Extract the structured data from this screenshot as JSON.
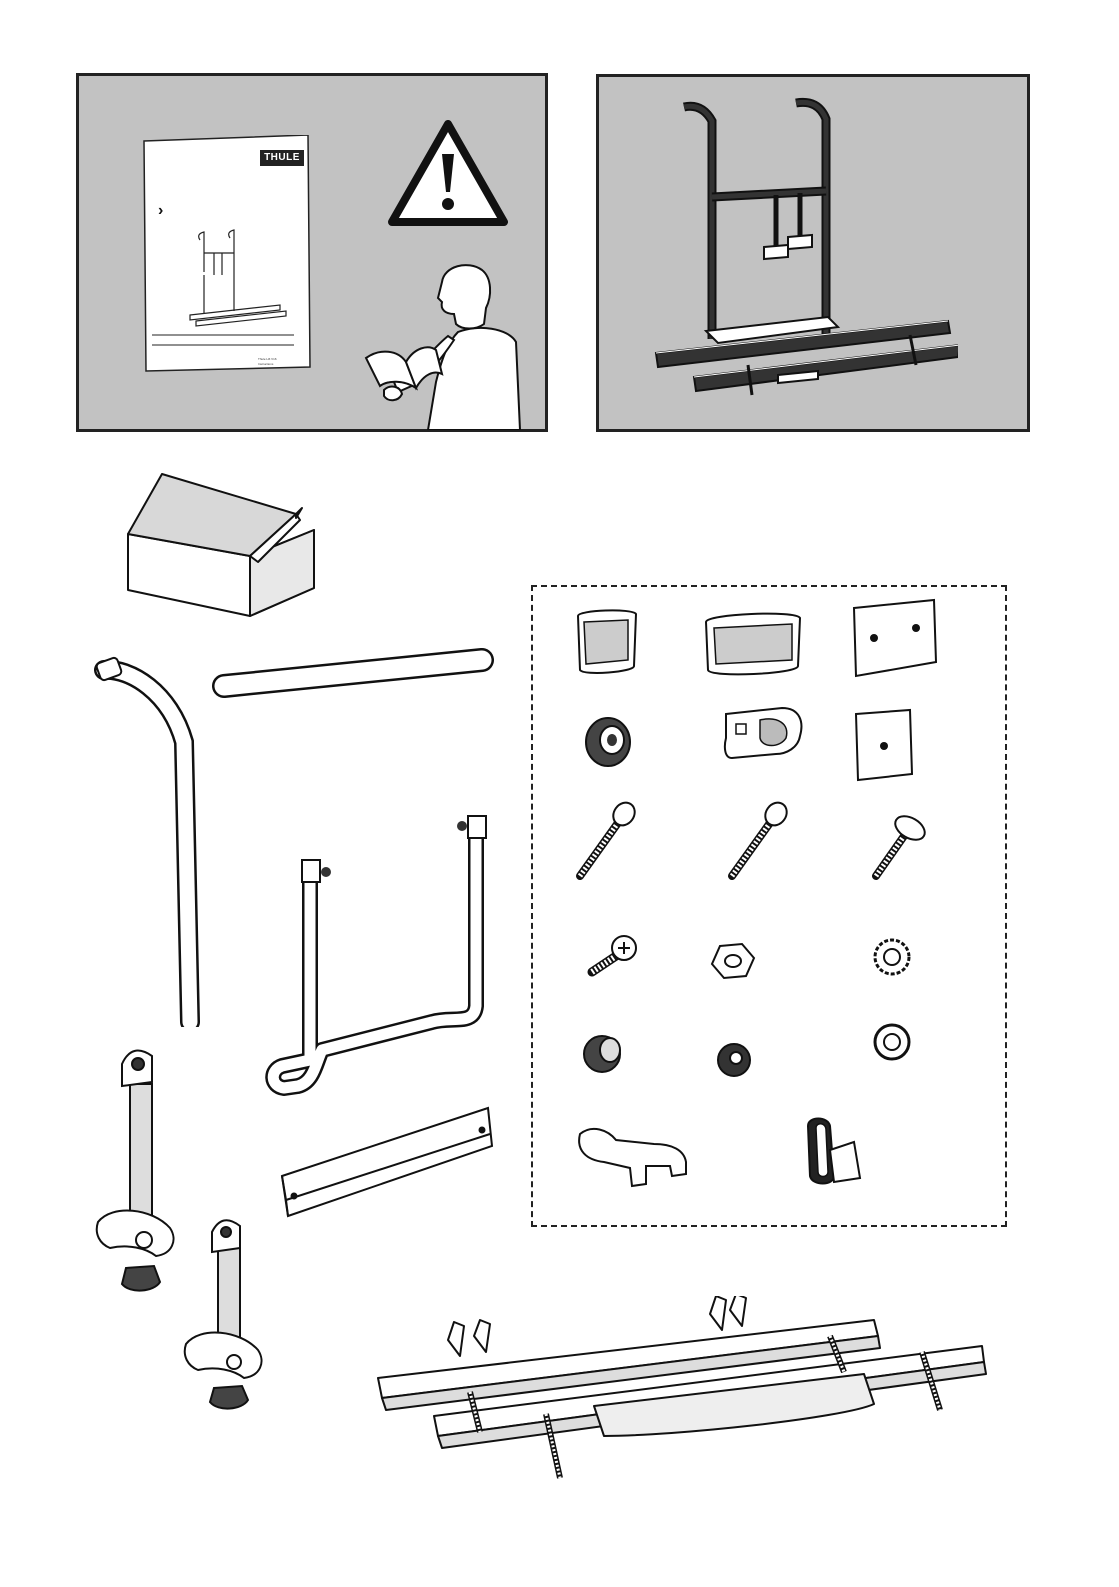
{
  "manual": {
    "brand": "THULE",
    "chevron": "›",
    "line1": "Thule Lift V16",
    "line2": "Instructions"
  },
  "icons": {
    "warning": "warning-triangle-icon",
    "reader": "person-reading-icon",
    "assembled_rack": "assembled-bike-carrier-icon"
  },
  "colors": {
    "panel_bg": "#c2c2c2",
    "line": "#222222"
  }
}
